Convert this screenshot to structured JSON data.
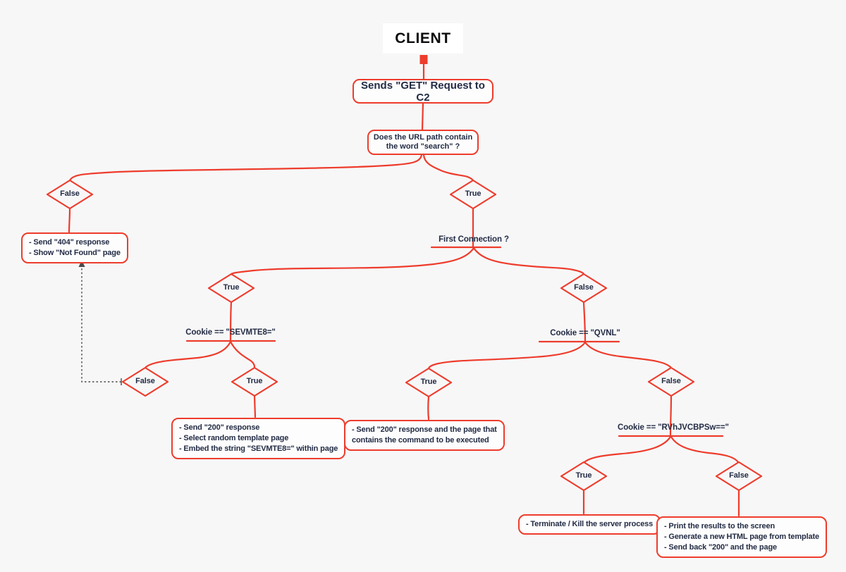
{
  "colors": {
    "red": "#ee3c2c",
    "ink": "#232c44",
    "bg": "#f7f7f8"
  },
  "client": {
    "title": "CLIENT"
  },
  "nodes": {
    "get_request": {
      "label": "Sends \"GET\" Request to C2"
    },
    "url_check": {
      "lines": [
        "Does the URL path contain",
        "the word \"search\" ?"
      ]
    },
    "first_connection": {
      "label": "First Connection ?"
    },
    "cookie_hello": {
      "label": "Cookie == \"SEVMTE8=\""
    },
    "cookie_qvnl": {
      "label": "Cookie == \"QVNL\""
    },
    "cookie_exit": {
      "label": "Cookie == \"RVhJVCBPSw==\""
    }
  },
  "decisions": {
    "url_false": "False",
    "url_true": "True",
    "fc_true": "True",
    "fc_false": "False",
    "hello_false": "False",
    "hello_true": "True",
    "qvnl_true": "True",
    "qvnl_false": "False",
    "exit_true": "True",
    "exit_false": "False"
  },
  "outcomes": {
    "not_found": {
      "lines": [
        "- Send \"404\" response",
        "- Show \"Not Found\" page"
      ]
    },
    "hello_true": {
      "lines": [
        "- Send \"200\" response",
        "- Select random template page",
        "- Embed the string \"SEVMTE8=\" within page"
      ]
    },
    "qvnl_true": {
      "lines": [
        "- Send \"200\" response and the page that",
        "contains the command to be executed"
      ]
    },
    "exit_true": {
      "lines": [
        "- Terminate / Kill the server process"
      ]
    },
    "exit_false": {
      "lines": [
        "- Print the results to the screen",
        "- Generate a new HTML page from template",
        "- Send back \"200\" and the page"
      ]
    }
  }
}
